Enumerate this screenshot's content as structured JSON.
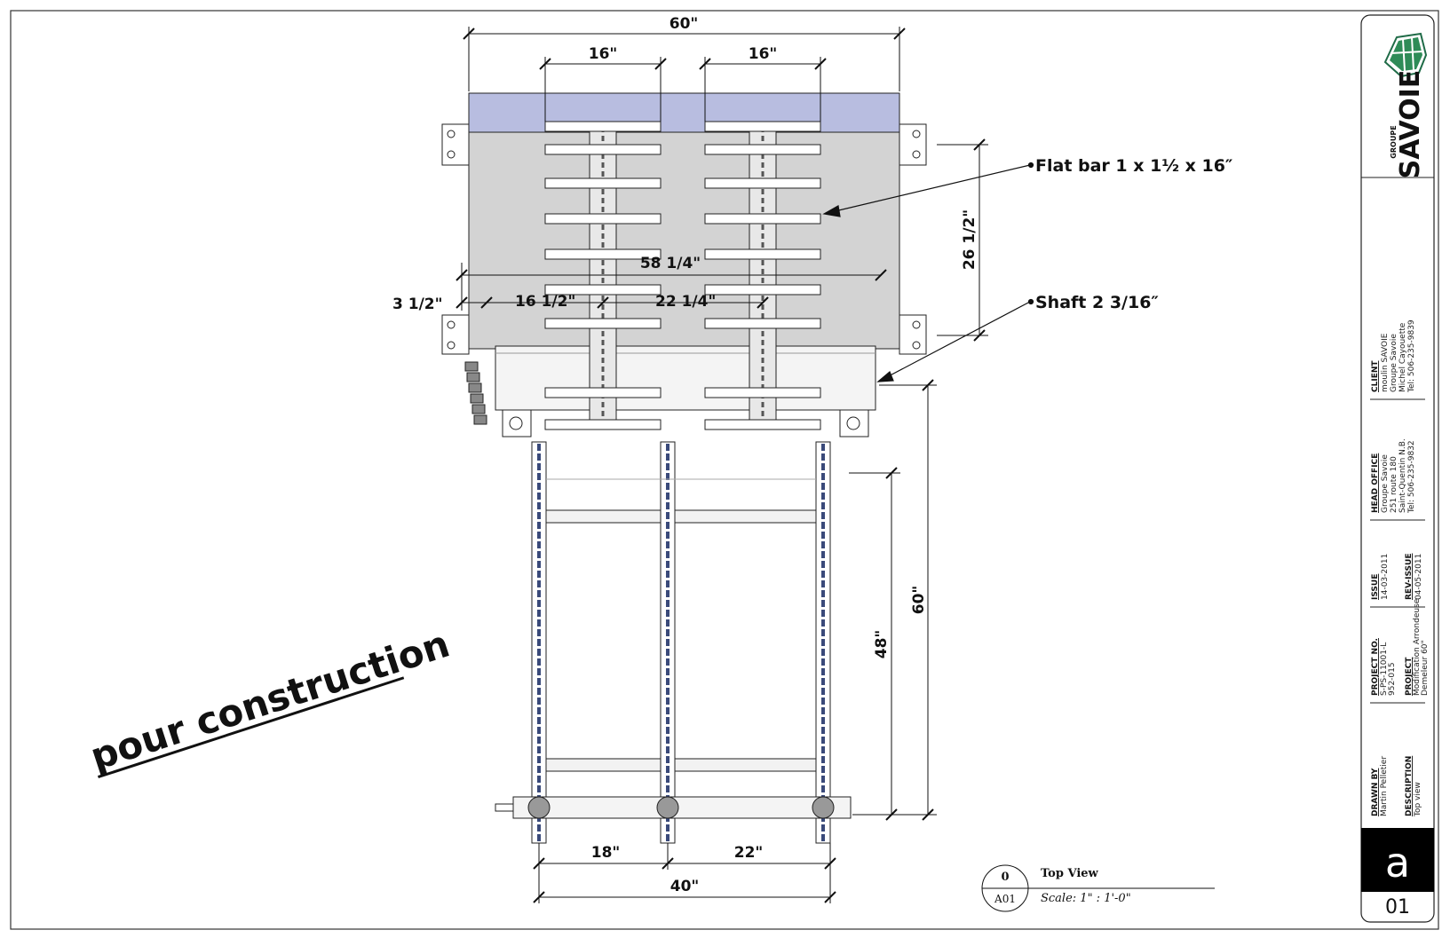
{
  "stamp": {
    "text": "pour construction"
  },
  "dimensions": {
    "overall_width": "60\"",
    "left_flight": "16\"",
    "right_flight": "16\"",
    "height_26": "26 1/2\"",
    "span_58": "58 1/4\"",
    "offset_3": "3 1/2\"",
    "offset_16": "16 1/2\"",
    "offset_22": "22 1/4\"",
    "vertical_60": "60\"",
    "vertical_48": "48\"",
    "bottom_18": "18\"",
    "bottom_22": "22\"",
    "bottom_40": "40\""
  },
  "callouts": {
    "flat_bar": "Flat bar 1 x 1½ x 16″",
    "shaft": "Shaft 2 3/16″"
  },
  "view_label": {
    "number": "0",
    "sheet": "A01",
    "title": "Top View",
    "scale": "Scale:  1\" : 1'-0\""
  },
  "title_block": {
    "logo_small": "GROUPE",
    "logo_big": "SAVOIE",
    "client_label": "CLIENT",
    "client_lines": [
      "moulin SAVOIE",
      "Groupe Savoie",
      "Michel Cayouette",
      "Tel: 506-235-9839"
    ],
    "office_label": "HEAD OFFICE",
    "office_lines": [
      "Groupe Savoie",
      "251 route 180",
      "Saint-Quentin N.B.",
      "Tel: 506-235-9832"
    ],
    "issue_label": "ISSUE",
    "issue_value": "14-03-2011",
    "rev_label": "REV-ISSUE",
    "rev_value": "04-05-2011",
    "project_no_label": "PROJECT NO.",
    "project_no_lines": [
      "S-PS-11001-L",
      "952-015"
    ],
    "project_label": "PROJECT",
    "project_lines": [
      "Modification Arrondeuse",
      "Demeleur 60\""
    ],
    "drawn_label": "DRAWN BY",
    "drawn_value": "Martin Pelletier",
    "description_label": "DESCRIPTION",
    "description_value": "Top view",
    "sheet_letter": "a",
    "sheet_number": "01"
  },
  "colors": {
    "deck": "#d3d3d3",
    "top_band": "#b8bde0",
    "line": "#1a1a1a",
    "chain": "#3a4a7a"
  }
}
